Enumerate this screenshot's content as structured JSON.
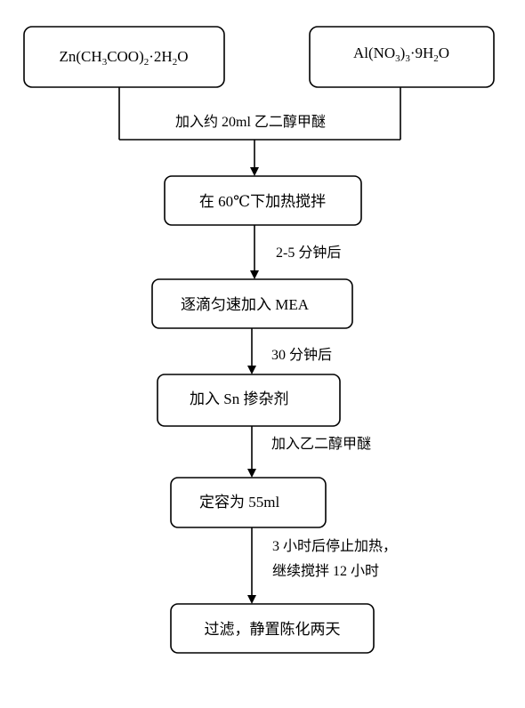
{
  "inputs": {
    "zinc": {
      "base": "Zn(CH",
      "sub1": "3",
      "mid": "COO)",
      "sub2": "2",
      "tail": "·2H",
      "sub3": "2",
      "end": "O"
    },
    "aluminum": {
      "base": "Al(NO",
      "sub1": "3",
      "mid": ")",
      "sub2": "3",
      "tail": "·9H",
      "sub3": "2",
      "end": "O"
    },
    "merge_label": "加入约 20ml 乙二醇甲醚"
  },
  "steps": [
    {
      "label": "在 60℃下加热搅拌"
    },
    {
      "label": "逐滴匀速加入 MEA"
    },
    {
      "label": "加入 Sn 掺杂剂"
    },
    {
      "label": "定容为 55ml"
    },
    {
      "label": "过滤，静置陈化两天"
    }
  ],
  "transitions": [
    {
      "lines": [
        "2-5 分钟后"
      ]
    },
    {
      "lines": [
        "30 分钟后"
      ]
    },
    {
      "lines": [
        "加入乙二醇甲醚"
      ]
    },
    {
      "lines": [
        "3 小时后停止加热，",
        "继续搅拌 12 小时"
      ]
    }
  ]
}
